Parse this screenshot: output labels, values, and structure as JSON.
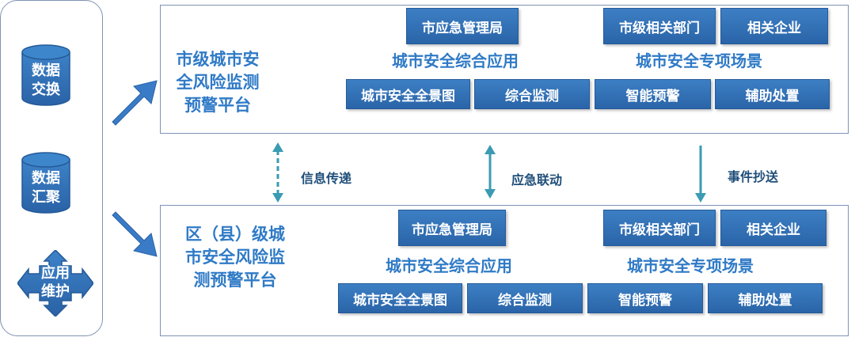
{
  "left_panel": {
    "items": [
      {
        "label_line1": "数据",
        "label_line2": "交换"
      },
      {
        "label_line1": "数据",
        "label_line2": "汇聚"
      },
      {
        "label_line1": "应用",
        "label_line2": "维护"
      }
    ]
  },
  "city_platform": {
    "title_lines": [
      "市级城市安",
      "全风险监测",
      "预警平台"
    ],
    "top_box_1": "市应急管理局",
    "top_box_2": "市级相关部门",
    "top_box_3": "相关企业",
    "section_left": "城市安全综合应用",
    "section_right": "城市安全专项场景",
    "boxes": [
      "城市安全全景图",
      "综合监测",
      "智能预警",
      "辅助处置"
    ]
  },
  "district_platform": {
    "title_lines": [
      "区（县）级城",
      "市安全风险监",
      "测预警平台"
    ],
    "top_box_1": "市应急管理局",
    "top_box_2": "市级相关部门",
    "top_box_3": "相关企业",
    "section_left": "城市安全综合应用",
    "section_right": "城市安全专项场景",
    "boxes": [
      "城市安全全景图",
      "综合监测",
      "智能预警",
      "辅助处置"
    ]
  },
  "connectors": {
    "info": "信息传递",
    "emergency": "应急联动",
    "copy": "事件抄送"
  },
  "colors": {
    "box_blue": "#2f6db5",
    "title_blue": "#2f7ac6",
    "arrow_blue": "#3a7bc8",
    "connector_teal": "#3a9bb3",
    "frame_border": "#7f93b2"
  }
}
